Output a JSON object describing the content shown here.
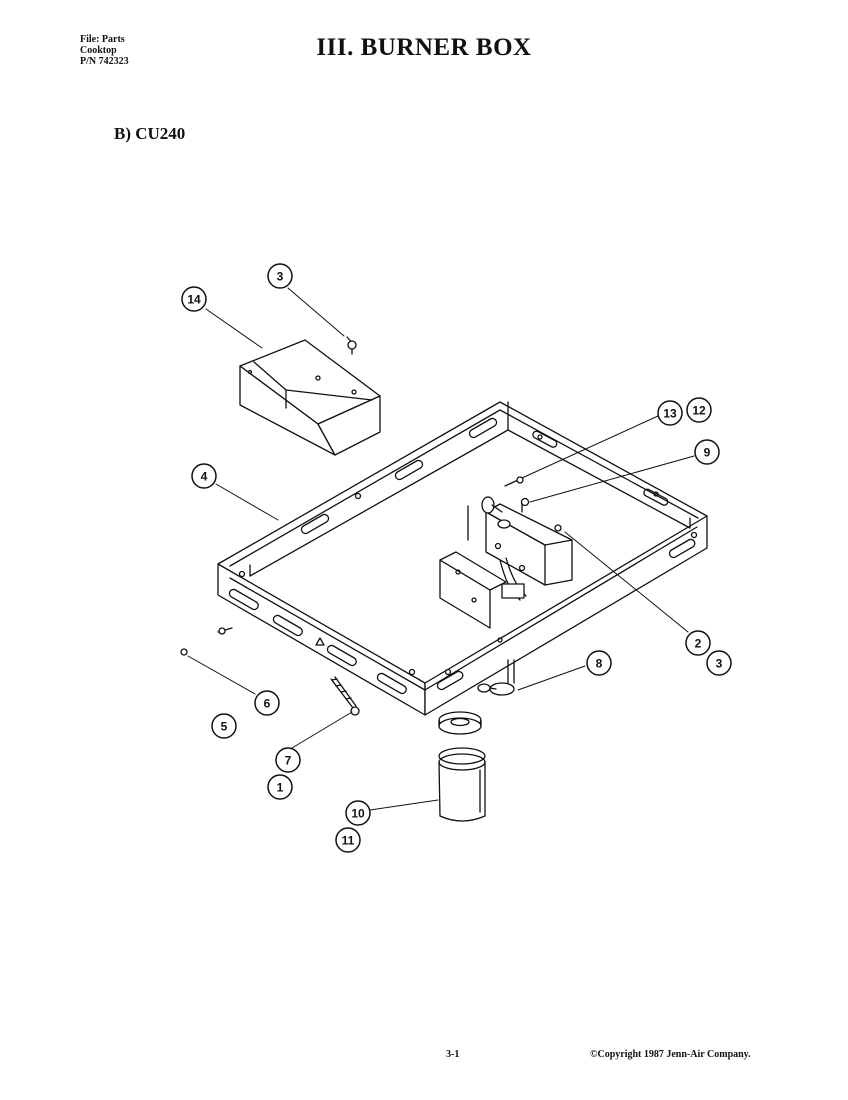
{
  "header": {
    "file_lines": [
      "File: Parts",
      "Cooktop",
      "P/N 742323"
    ],
    "title": "III. BURNER BOX"
  },
  "section": {
    "title": "B) CU240"
  },
  "callouts": [
    {
      "id": "c3a",
      "label": "3"
    },
    {
      "id": "c14",
      "label": "14"
    },
    {
      "id": "c13",
      "label": "13"
    },
    {
      "id": "c12",
      "label": "12"
    },
    {
      "id": "c9",
      "label": "9"
    },
    {
      "id": "c4",
      "label": "4"
    },
    {
      "id": "c2",
      "label": "2"
    },
    {
      "id": "c3b",
      "label": "3"
    },
    {
      "id": "c8",
      "label": "8"
    },
    {
      "id": "c6",
      "label": "6"
    },
    {
      "id": "c5",
      "label": "5"
    },
    {
      "id": "c7",
      "label": "7"
    },
    {
      "id": "c1",
      "label": "1"
    },
    {
      "id": "c10",
      "label": "10"
    },
    {
      "id": "c11",
      "label": "11"
    }
  ],
  "footer": {
    "page_number": "3-1",
    "copyright": "©Copyright 1987 Jenn-Air Company."
  }
}
